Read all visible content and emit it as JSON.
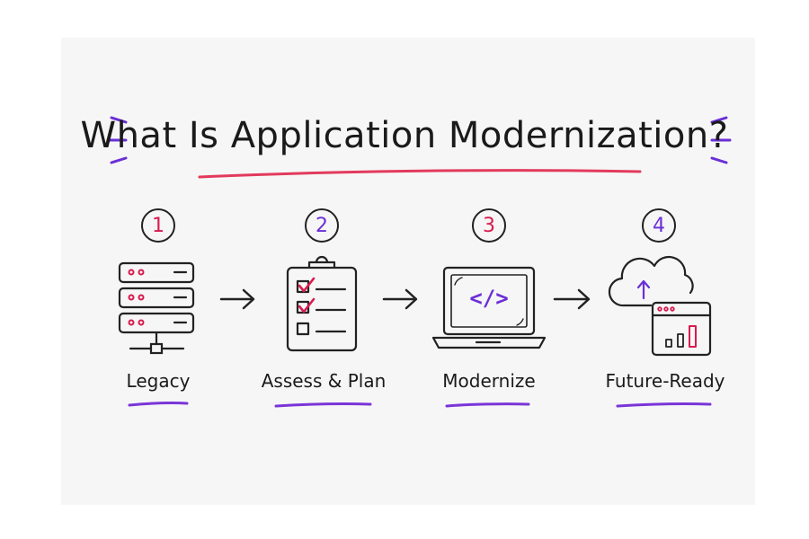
{
  "title": "What Is Application Modernization?",
  "colors": {
    "ink": "#1a1a1a",
    "accent_red": "#d81b4f",
    "accent_purple": "#6a2fd6",
    "underline": "#e23a5c",
    "label_underline": "#7a35d8"
  },
  "steps": [
    {
      "number": "1",
      "label": "Legacy",
      "icon": "server-stack-icon",
      "number_color": "#d81b4f"
    },
    {
      "number": "2",
      "label": "Assess & Plan",
      "icon": "clipboard-checklist-icon",
      "number_color": "#6a2fd6"
    },
    {
      "number": "3",
      "label": "Modernize",
      "icon": "laptop-code-icon",
      "number_color": "#d81b4f"
    },
    {
      "number": "4",
      "label": "Future-Ready",
      "icon": "cloud-dashboard-icon",
      "number_color": "#6a2fd6"
    }
  ],
  "code_glyph": "</>"
}
